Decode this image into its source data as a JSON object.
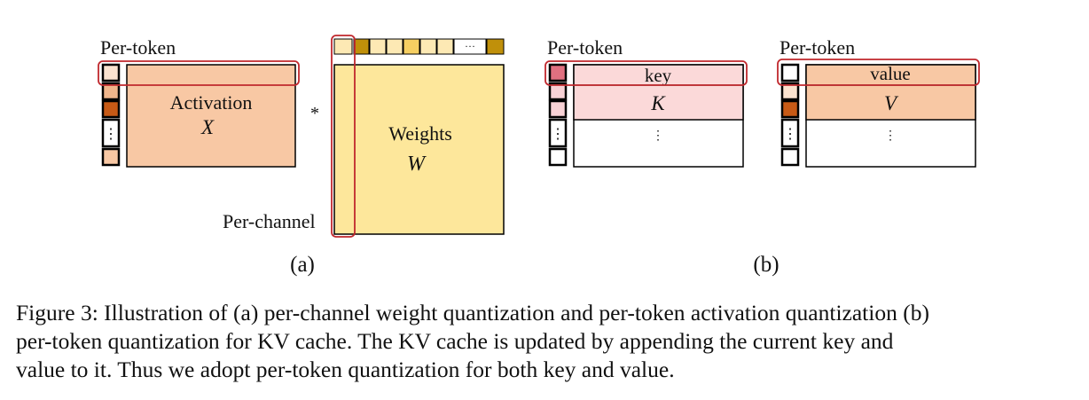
{
  "panel_a": {
    "per_token_label": "Per-token",
    "activation_label": "Activation",
    "activation_symbol": "X",
    "multiply_symbol": "*",
    "weights_label": "Weights",
    "weights_symbol": "W",
    "per_channel_label": "Per-channel",
    "channel_ellipsis": "···",
    "row_ellipsis": "⋮",
    "sublabel": "(a)"
  },
  "panel_b": {
    "key": {
      "per_token_label": "Per-token",
      "header_label": "key",
      "symbol": "K",
      "row_ellipsis": "⋮",
      "body_ellipsis": "⋮"
    },
    "value": {
      "per_token_label": "Per-token",
      "header_label": "value",
      "symbol": "V",
      "row_ellipsis": "⋮",
      "body_ellipsis": "⋮"
    },
    "sublabel": "(b)"
  },
  "colors": {
    "activation_fill": "#f8c8a4",
    "weights_fill": "#fde79b",
    "key_fill": "#fbd9d9",
    "value_fill": "#f8c8a4",
    "highlight_stroke": "#c0282d",
    "token_dark": "#c75a16",
    "token_mid": "#f0b68c",
    "token_light": "#fbe3d0",
    "key_token_dark": "#e07080",
    "key_token_light": "#f8d2d6",
    "channel_dark": "#c0900a",
    "channel_light": "#fde9b4"
  },
  "caption": {
    "line1": "Figure 3: Illustration of (a) per-channel weight quantization and per-token activation quantization (b)",
    "line2": "per-token quantization for KV cache. The KV cache is updated by appending the current key and",
    "line3": "value to it. Thus we adopt per-token quantization for both key and value."
  }
}
